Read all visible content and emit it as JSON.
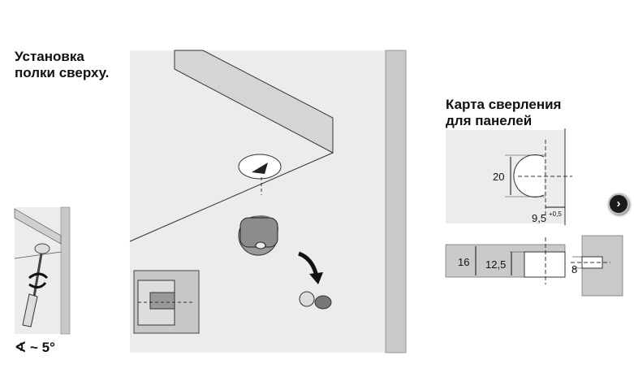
{
  "left_title": {
    "line1": "Установка",
    "line2": "полки сверху."
  },
  "angle_label": "~ 5°",
  "right_title": {
    "line1": "Карта сверления",
    "line2": "для панелей"
  },
  "dimensions": {
    "diameter": "20",
    "offset": "9,5",
    "offset_tolerance": "+0,5",
    "panel_thickness": "16",
    "depth": "12,5",
    "pin": "8"
  },
  "next_button": {
    "icon": "chevron-right-icon",
    "label": "›"
  }
}
